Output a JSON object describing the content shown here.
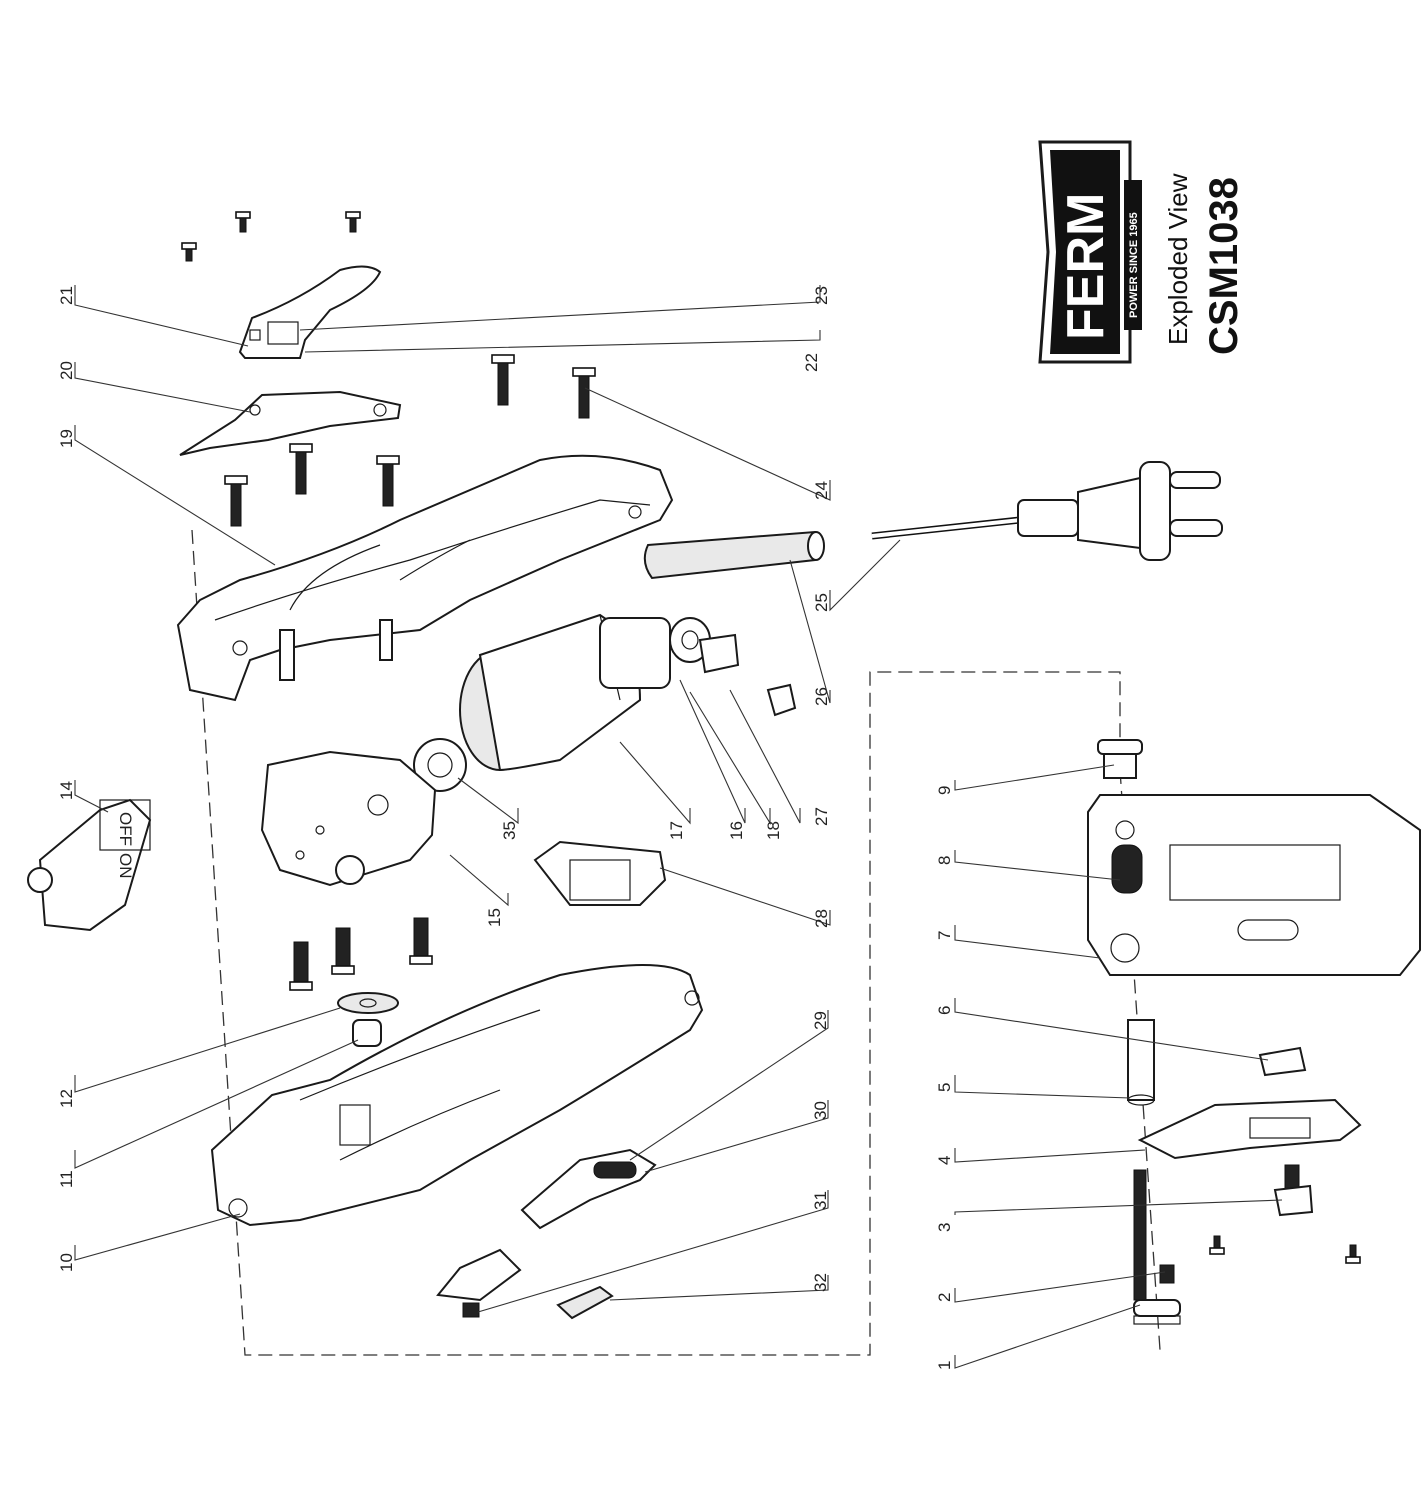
{
  "brand": {
    "logo_text": "FERM",
    "tagline": "POWER SINCE 1965"
  },
  "title": {
    "line1": "Exploded View",
    "line2": "CSM1038"
  },
  "switch_labels": {
    "on": "ON",
    "off": "OFF"
  },
  "part_numbers": [
    "1",
    "2",
    "3",
    "4",
    "5",
    "6",
    "7",
    "8",
    "9",
    "10",
    "11",
    "12",
    "14",
    "15",
    "16",
    "17",
    "18",
    "19",
    "20",
    "21",
    "22",
    "23",
    "24",
    "25",
    "26",
    "27",
    "28",
    "29",
    "30",
    "31",
    "32",
    "35"
  ],
  "colors": {
    "line": "#1a1a1a",
    "background": "#ffffff"
  }
}
